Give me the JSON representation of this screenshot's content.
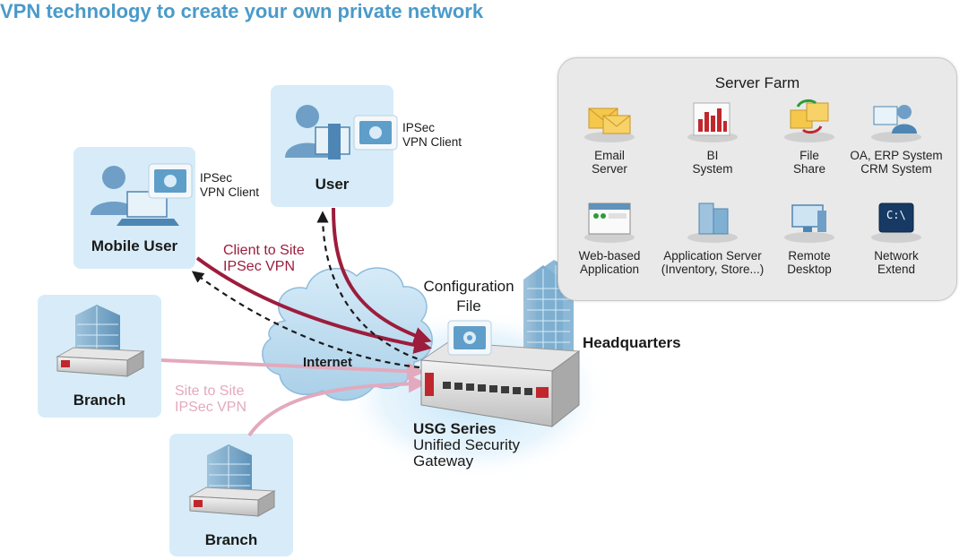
{
  "title": "VPN technology to create your own private network",
  "nodes": {
    "mobile_user": {
      "label": "Mobile User",
      "client": [
        "IPSec",
        "VPN Client"
      ]
    },
    "user": {
      "label": "User",
      "client": [
        "IPSec",
        "VPN Client"
      ]
    },
    "branch1": {
      "label": "Branch"
    },
    "branch2": {
      "label": "Branch"
    },
    "internet": {
      "label": "Internet"
    },
    "config": {
      "label": [
        "Configuration",
        "File"
      ]
    },
    "headquarters": {
      "label": "Headquarters"
    },
    "usg": {
      "title": "USG Series",
      "subtitle": [
        "Unified Security",
        "Gateway"
      ]
    }
  },
  "links": {
    "client_to_site": [
      "Client to Site",
      "IPSec VPN"
    ],
    "site_to_site": [
      "Site to Site",
      "IPSec VPN"
    ]
  },
  "server_farm": {
    "title": "Server Farm",
    "items": [
      {
        "label": "Email\nServer",
        "icon": "email-icon"
      },
      {
        "label": "BI\nSystem",
        "icon": "bi-chart-icon"
      },
      {
        "label": "File\nShare",
        "icon": "file-share-icon"
      },
      {
        "label": "OA, ERP System\nCRM System",
        "icon": "erp-user-icon"
      },
      {
        "label": "Web-based\nApplication",
        "icon": "browser-icon"
      },
      {
        "label": "Application Server\n(Inventory, Store...)",
        "icon": "server-icon"
      },
      {
        "label": "Remote\nDesktop",
        "icon": "remote-desktop-icon"
      },
      {
        "label": "Network\nExtend",
        "icon": "terminal-icon",
        "icon_text": "C:\\"
      }
    ]
  },
  "colors": {
    "title": "#4a9ac9",
    "node_bg": "#d7ecf8",
    "client_vpn": "#9c1d3c",
    "site_vpn": "#e3a9bc",
    "dashed": "#1a1a1a"
  }
}
